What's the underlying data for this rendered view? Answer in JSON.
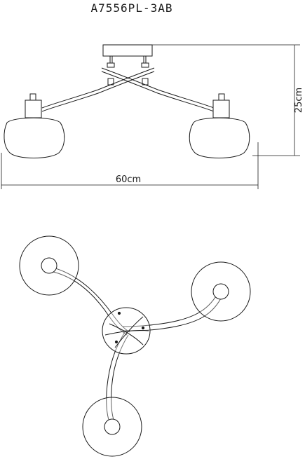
{
  "drawing": {
    "model_code": "A7556PL-3AB",
    "dimensions": {
      "width_label": "60cm",
      "height_label": "25cm"
    }
  }
}
